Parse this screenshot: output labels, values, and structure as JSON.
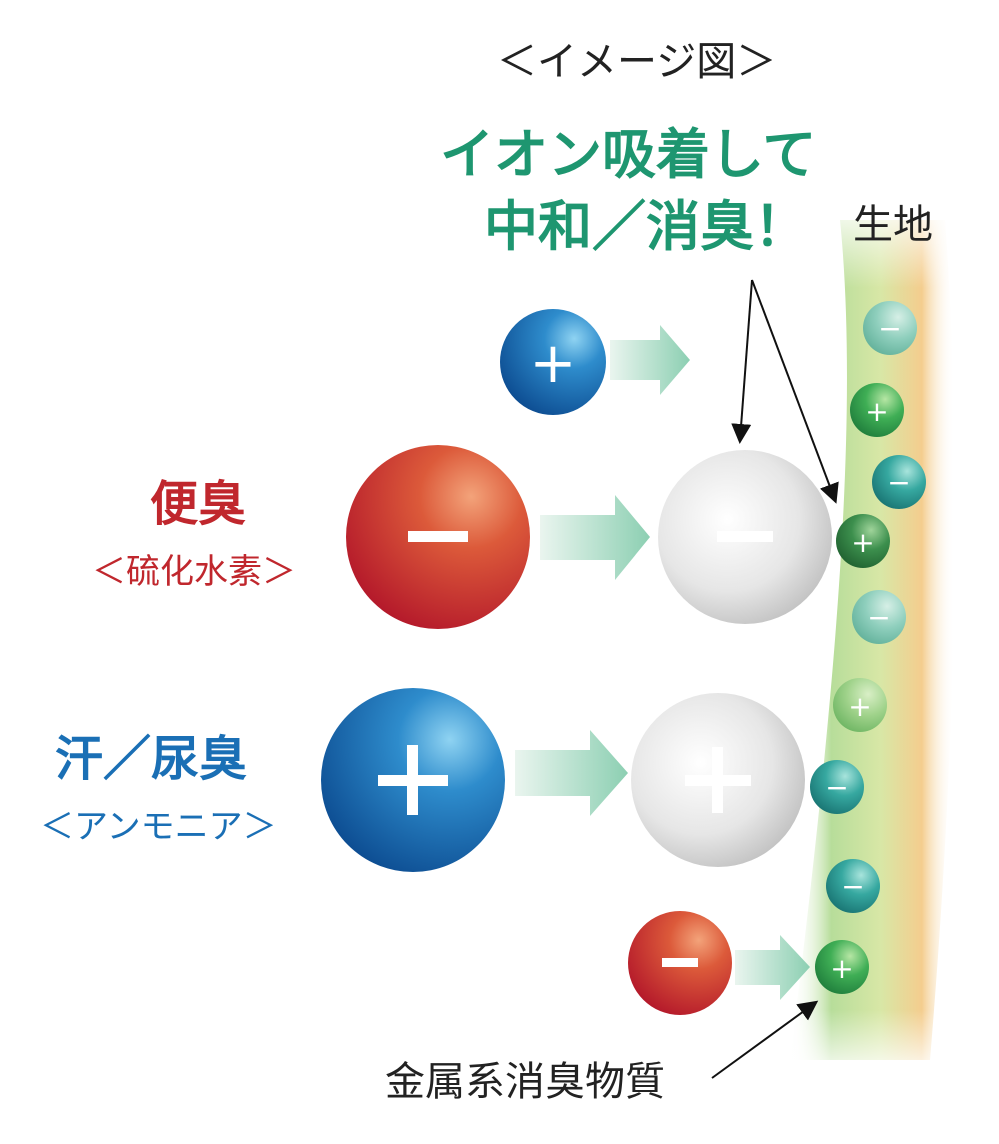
{
  "caption": "＜イメージ図＞",
  "headline": [
    "イオン吸着して",
    "中和／消臭！"
  ],
  "fabric_label": "生地",
  "fecal": {
    "title": "便臭",
    "subtitle": "＜硫化水素＞"
  },
  "sweat": {
    "title": "汗／尿臭",
    "subtitle": "＜アンモニア＞"
  },
  "metal_label": "金属系消臭物質",
  "signs": {
    "plus": "+",
    "minus": "−"
  },
  "colors": {
    "headline": "#1e9670",
    "red": "#c0272d",
    "blue": "#1a6fb5",
    "fabric_green": "#7cc47a",
    "fabric_orange": "#f2c98a"
  }
}
